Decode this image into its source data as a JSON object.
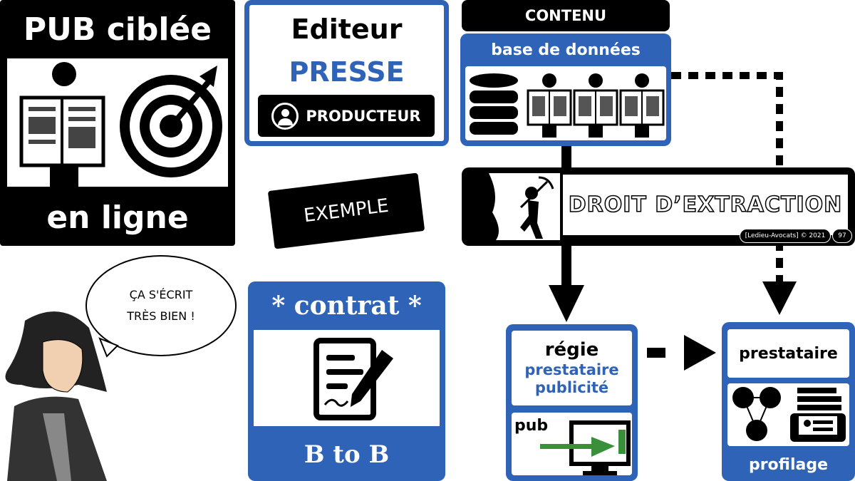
{
  "pub_box": {
    "title": "PUB ciblée",
    "footer": "en ligne"
  },
  "editeur": {
    "title": "Editeur",
    "subtitle": "PRESSE",
    "badge": "PRODUCTEUR"
  },
  "exemple": "EXEMPLE",
  "contenu": {
    "title": "CONTENU",
    "subtitle": "base de données"
  },
  "extraction": {
    "title": "DROIT D’EXTRACTION",
    "credit": "[Ledieu-Avocats] © 2021",
    "page": "97"
  },
  "bubble": {
    "line1": "ÇA S'ÉCRIT",
    "line2": "TRÈS BIEN !"
  },
  "contrat": {
    "title": "* contrat *",
    "footer": "B to B"
  },
  "regie": {
    "title": "régie",
    "line2": "prestataire",
    "line3": "publicité",
    "pub": "pub"
  },
  "prestataire": {
    "title": "prestataire",
    "footer": "profilage"
  },
  "colors": {
    "blue": "#2e63b8",
    "green": "#3a8f3a"
  }
}
